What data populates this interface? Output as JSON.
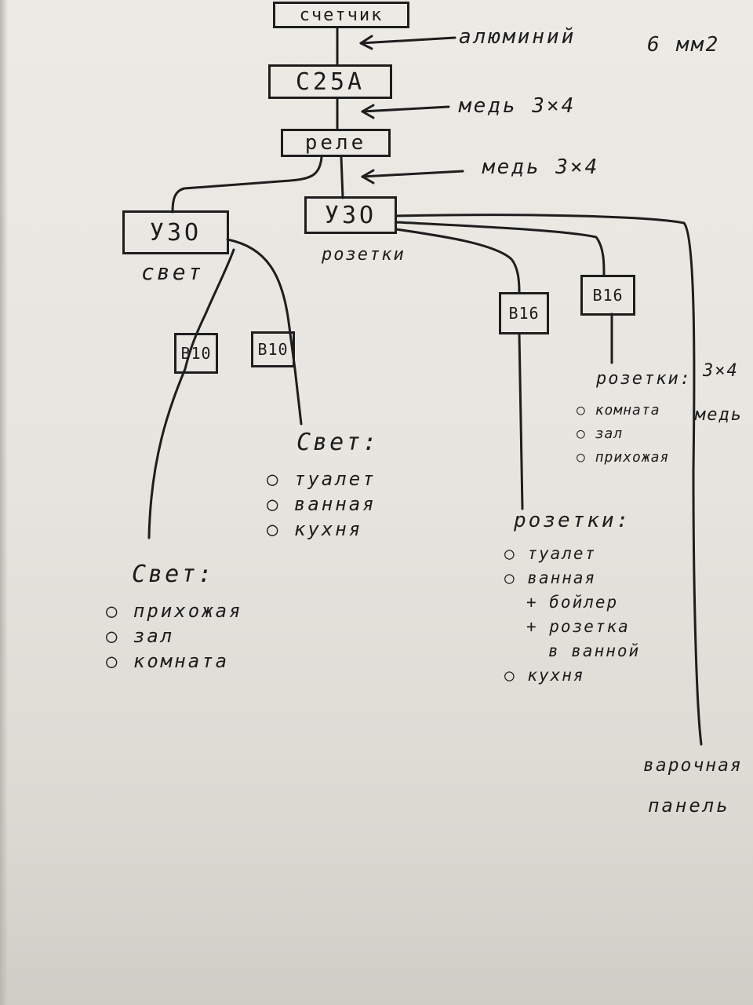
{
  "boxes": {
    "meter": "счетчик",
    "breaker_main": "C25A",
    "relay": "реле",
    "rcd_light": "УЗО",
    "rcd_sockets": "УЗО",
    "b10_a": "B10",
    "b10_b": "B10",
    "b16_a": "B16",
    "b16_b": "B16"
  },
  "labels": {
    "wire_1": "алюминий",
    "wire_1_size": "6 мм2",
    "wire_2": "медь 3×4",
    "wire_3": "медь 3×4",
    "rcd_light_caption": "свет",
    "rcd_sockets_caption": "розетки",
    "cooktop_wire_size": "3×4",
    "cooktop_wire_material": "медь"
  },
  "groups": {
    "light_1": {
      "title": "Свет:",
      "items": [
        "прихожая",
        "зал",
        "комната"
      ]
    },
    "light_2": {
      "title": "Свет:",
      "items": [
        "туалет",
        "ванная",
        "кухня"
      ]
    },
    "sockets_1": {
      "title": "розетки:",
      "items": [
        "туалет",
        "ванная",
        "+ бойлер",
        "+ розетка",
        "в ванной",
        "кухня"
      ]
    },
    "sockets_2": {
      "title": "розетки:",
      "items": [
        "комната",
        "зал",
        "прихожая"
      ]
    },
    "cooktop": {
      "line1": "варочная",
      "line2": "панель"
    }
  }
}
